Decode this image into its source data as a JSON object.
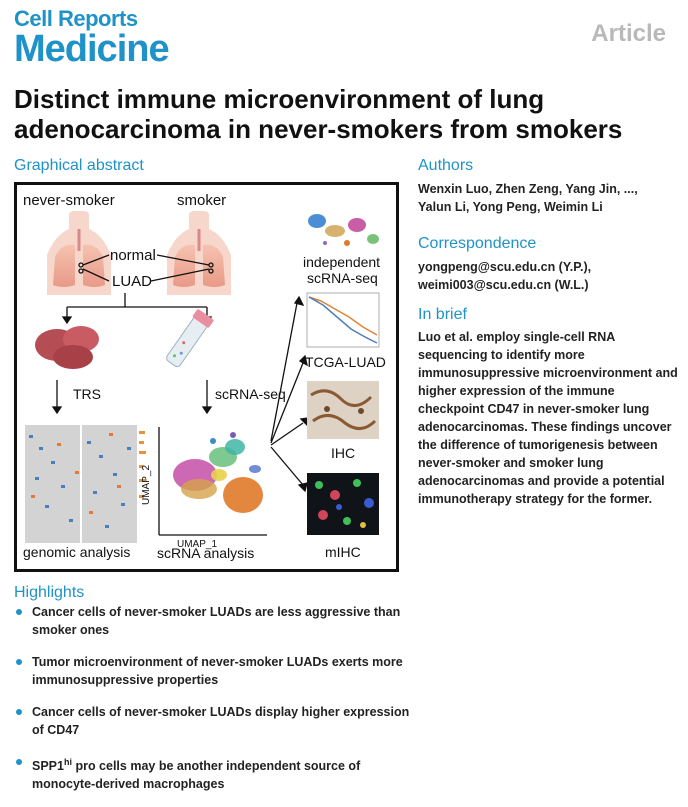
{
  "journal": {
    "line1": "Cell Reports",
    "line2": "Medicine"
  },
  "article_type": "Article",
  "title": "Distinct immune microenvironment of lung adenocarcinoma in never-smokers from smokers",
  "graphical_abstract": {
    "heading": "Graphical abstract",
    "labels": {
      "never_smoker": "never-smoker",
      "smoker": "smoker",
      "normal": "normal",
      "luad": "LUAD",
      "trs": "TRS",
      "scrna_seq": "scRNA-seq",
      "genomic_analysis": "genomic analysis",
      "scrna_analysis": "scRNA analysis",
      "umap1": "UMAP_1",
      "umap2": "UMAP_2",
      "independent": "independent",
      "independent_scrna": "scRNA-seq",
      "tcga": "TCGA-LUAD",
      "ihc": "IHC",
      "mihc": "mIHC"
    }
  },
  "authors": {
    "heading": "Authors",
    "line1": "Wenxin Luo, Zhen Zeng, Yang Jin, ...,",
    "line2": "Yalun Li, Yong Peng, Weimin Li"
  },
  "correspondence": {
    "heading": "Correspondence",
    "line1": "yongpeng@scu.edu.cn (Y.P.),",
    "line2": "weimi003@scu.edu.cn (W.L.)"
  },
  "in_brief": {
    "heading": "In brief",
    "text": "Luo et al. employ single-cell RNA sequencing to identify more immunosuppressive microenvironment and higher expression of the immune checkpoint CD47 in never-smoker lung adenocarcinomas. These findings uncover the difference of tumorigenesis between never-smoker and smoker lung adenocarcinomas and provide a potential immunotherapy strategy for the former."
  },
  "highlights": {
    "heading": "Highlights",
    "items": [
      "Cancer cells of never-smoker LUADs are less aggressive than smoker ones",
      "Tumor microenvironment of never-smoker LUADs exerts more immunosuppressive properties",
      "Cancer cells of never-smoker LUADs display higher expression of CD47"
    ],
    "item4_pre": "SPP1",
    "item4_sup": "hi",
    "item4_post": " pro cells may be another independent source of monocyte-derived macrophages"
  }
}
